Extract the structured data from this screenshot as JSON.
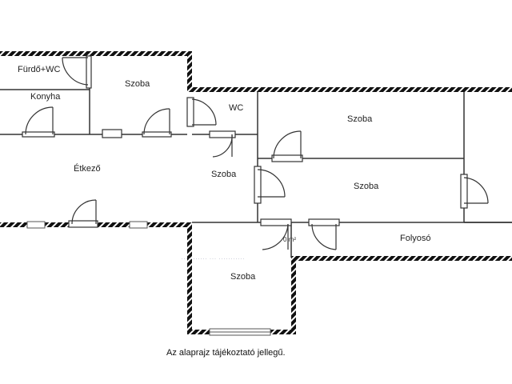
{
  "rooms": {
    "furdo_wc": "Fürdő+WC",
    "konyha": "Konyha",
    "szoba_top_left": "Szoba",
    "etkezo": "Étkező",
    "wc": "WC",
    "szoba_mid": "Szoba",
    "szoba_top_right": "Szoba",
    "szoba_right": "Szoba",
    "szoba_bottom": "Szoba",
    "folyoso": "Folyosó"
  },
  "area_marker": "0 m²",
  "caption": "Az alaprajz tájékoztató jellegű.",
  "colors": {
    "wall": "#111111",
    "wall_hatch": "#ffffff",
    "line": "#333333",
    "window": "#666666",
    "background": "#ffffff"
  }
}
